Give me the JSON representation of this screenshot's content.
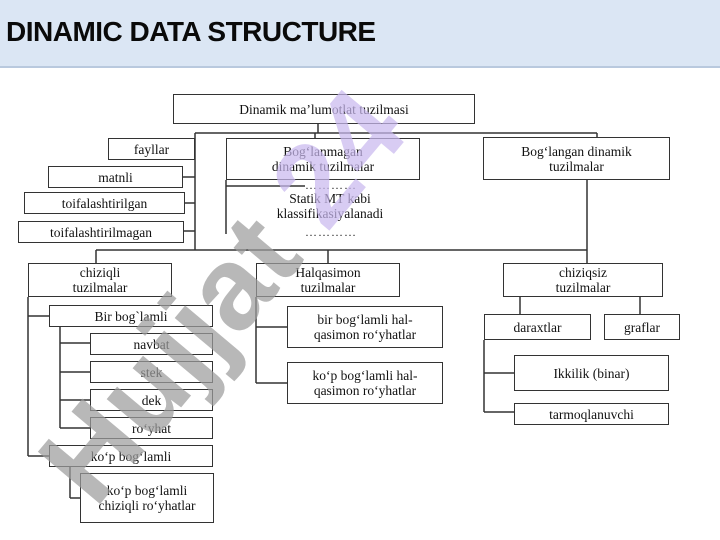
{
  "header": {
    "title": "DINAMIC DATA STRUCTURE"
  },
  "diagram": {
    "root": "Dinamik ma’lumotlat tuzilmasi",
    "fayllar": "fayllar",
    "matnli": "matnli",
    "toifalashtirilgan": "toifalashtirilgan",
    "toifalashtirilmagan": "toifalashtirilmagan",
    "boglanmagan": {
      "line1": "Bog‘lanmagan",
      "line2": "dinamik tuzilmalar"
    },
    "boglangan": {
      "line1": "Bog‘langan dinamik",
      "line2": "tuzilmalar"
    },
    "dots_top": "…………",
    "statik": {
      "line1": "Statik MT kabi",
      "line2": "klassifikasiyalanadi"
    },
    "dots_bottom": "…………",
    "chiziqli": {
      "line1": "chiziqli",
      "line2": "tuzilmalar"
    },
    "halqasimon": {
      "line1": "Halqasimon",
      "line2": "tuzilmalar"
    },
    "chiziqsiz": {
      "line1": "chiziqsiz",
      "line2": "tuzilmalar"
    },
    "bir_boglamli": "Bir bog`lamli",
    "navbat": "navbat",
    "stek": "stek",
    "dek": "dek",
    "royhat": "ro‘yhat",
    "kop_boglamli": "ko‘p bog‘lamli",
    "kop_chiziqli": {
      "line1": "ko‘p bog‘lamli",
      "line2": "chiziqli ro‘yhatlar"
    },
    "bir_halqa": {
      "line1": "bir bog‘lamli hal-",
      "line2": "qasimon ro‘yhatlar"
    },
    "kop_halqa": {
      "line1": "ko‘p bog‘lamli hal-",
      "line2": "qasimon ro‘yhatlar"
    },
    "daraxtlar": "daraxtlar",
    "graflar": "graflar",
    "ikkilik": "Ikkilik (binar)",
    "tarmoq": "tarmoqlanuvchi"
  },
  "watermark": {
    "text": "Hujjat24",
    "color": "#9c9c9c",
    "accent": "#c9b8ef"
  }
}
